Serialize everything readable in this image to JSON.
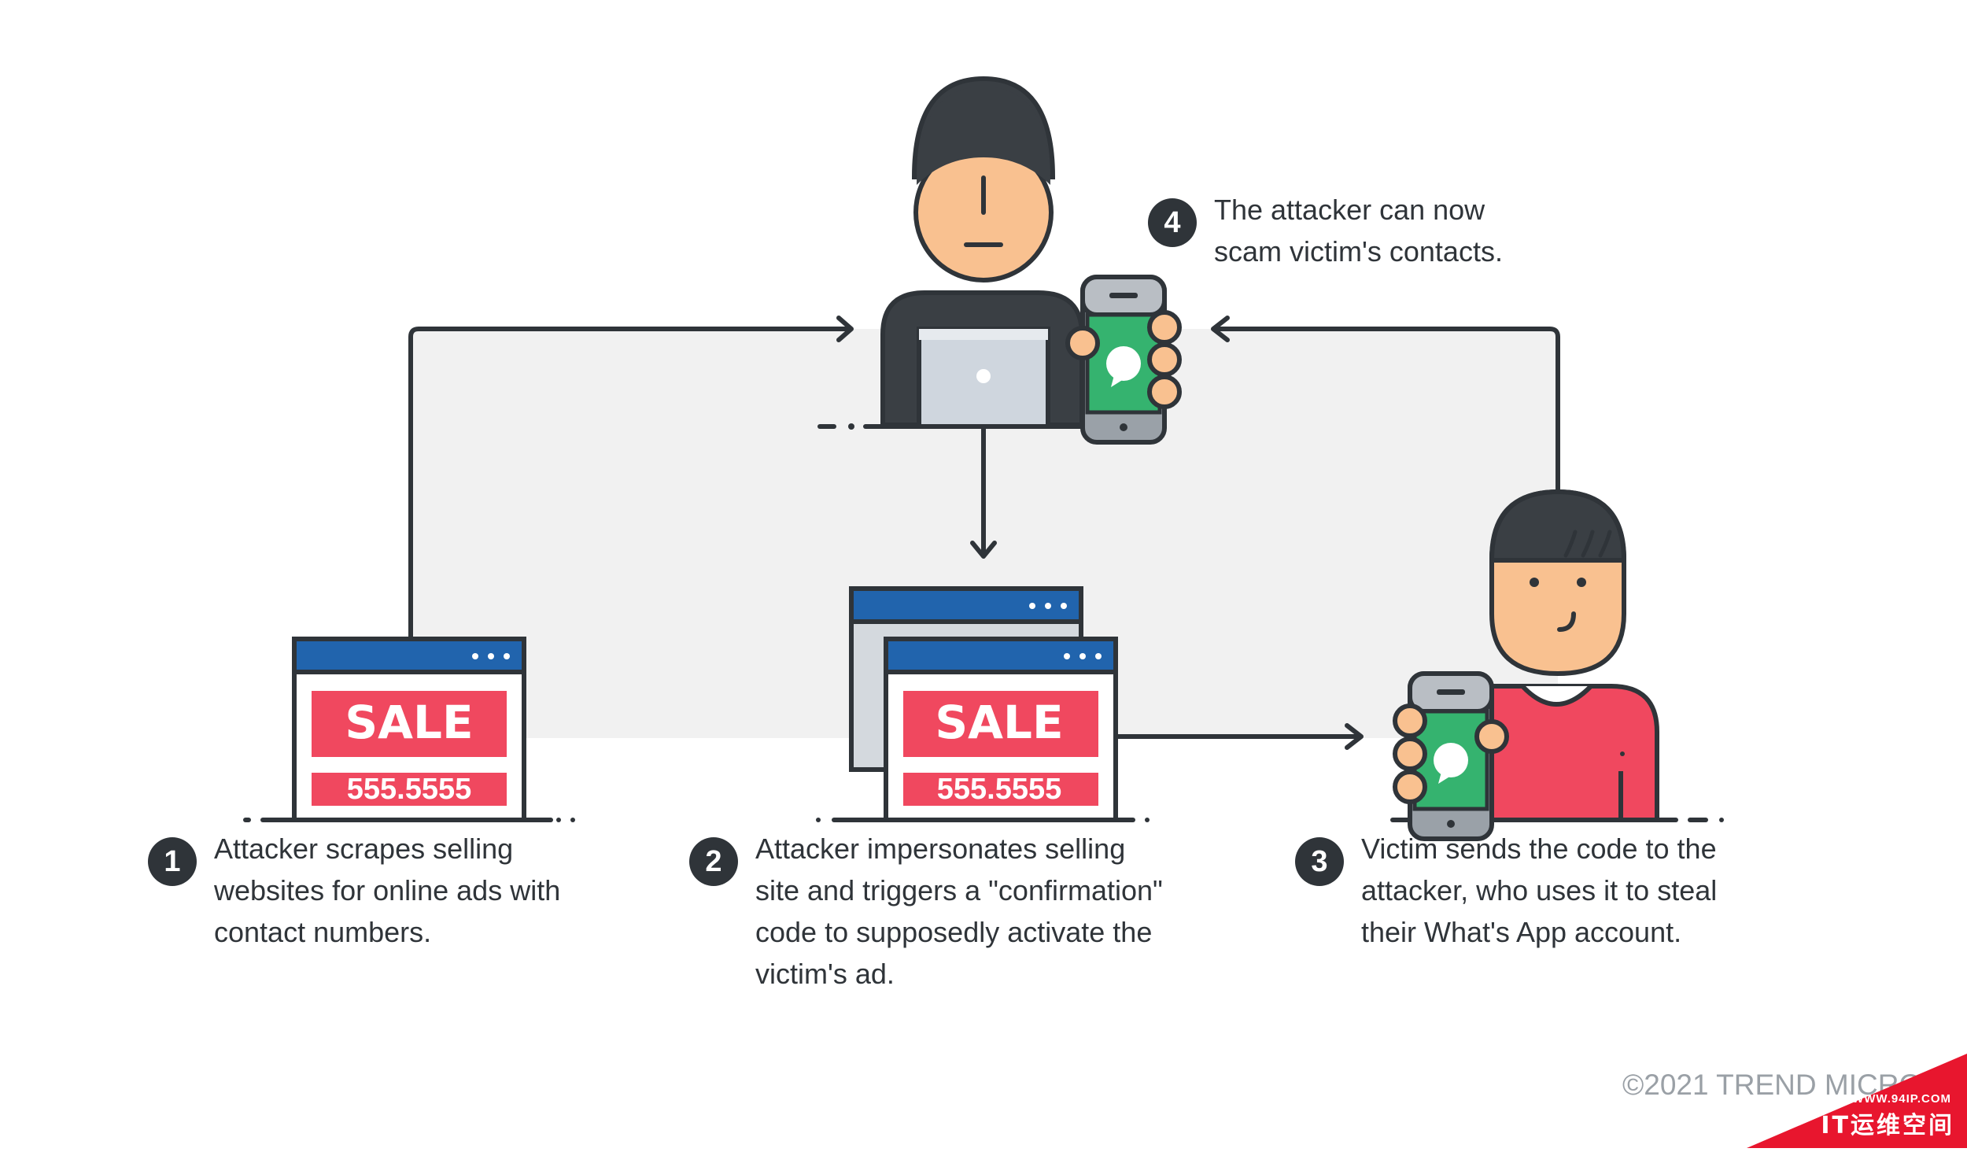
{
  "steps": [
    {
      "number": "1",
      "lines": [
        "Attacker scrapes selling",
        "websites for online ads with",
        "contact numbers."
      ]
    },
    {
      "number": "2",
      "lines": [
        "Attacker impersonates selling",
        "site and triggers a \"confirmation\"",
        "code to supposedly activate the",
        "victim's ad."
      ]
    },
    {
      "number": "3",
      "lines": [
        "Victim sends the code to the",
        "attacker, who uses it to steal",
        "their What's App account."
      ]
    },
    {
      "number": "4",
      "lines": [
        "The attacker can now",
        "scam victim's contacts."
      ]
    }
  ],
  "ad": {
    "sale_label": "SALE",
    "phone_number": "555.5555"
  },
  "copyright": "©2021 TREND MICRO",
  "watermark": {
    "url": "WWW.94IP.COM",
    "name": "IT运维空间"
  },
  "colors": {
    "dark": "#3a3f44",
    "skin": "#f9c190",
    "sale_red": "#f0485f",
    "browser_blue": "#2164ad",
    "phone_green": "#35b36f",
    "panel_gray": "#f1f1f1",
    "laptop_gray": "#cfd6de",
    "victim_shirt": "#f0485f"
  },
  "icons": [
    "attacker-icon",
    "laptop-icon",
    "phone-chat-icon",
    "browser-ad-icon",
    "victim-icon",
    "arrow-icon"
  ]
}
